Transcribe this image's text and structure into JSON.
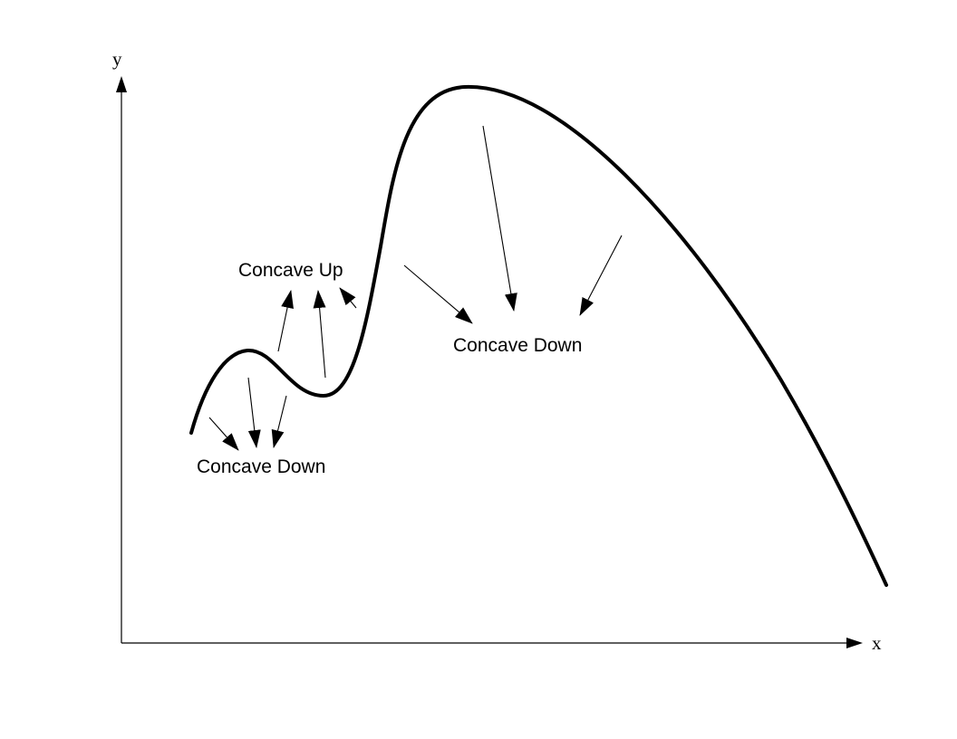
{
  "axes": {
    "x_label": "x",
    "y_label": "y"
  },
  "labels": {
    "concave_up": "Concave Up",
    "concave_down_left": "Concave Down",
    "concave_down_right": "Concave Down"
  },
  "colors": {
    "ink": "#000000",
    "background": "#ffffff"
  }
}
